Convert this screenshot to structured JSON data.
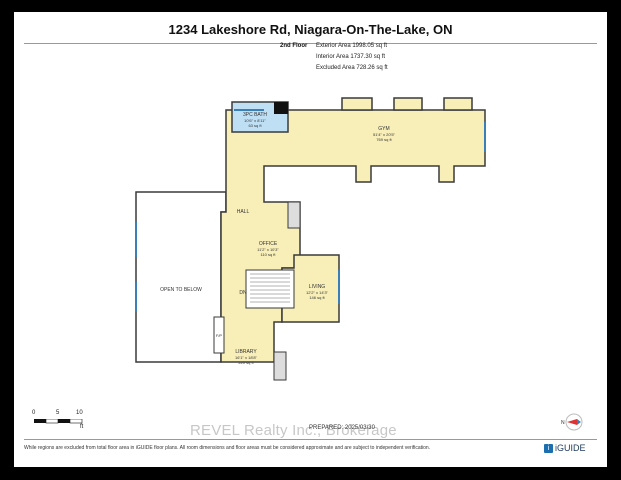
{
  "title": "1234 Lakeshore Rd, Niagara-On-The-Lake, ON",
  "floor": {
    "name": "2nd Floor",
    "areas": [
      "Exterior Area 1998.05 sq ft",
      "Interior Area 1737.30 sq ft",
      "Excluded Area 728.26 sq ft"
    ]
  },
  "rooms": {
    "bath": {
      "name": "3PC BATH",
      "dims": "10'6\" x 8'11\"",
      "area": "63 sq ft"
    },
    "gym": {
      "name": "GYM",
      "dims": "51'4\" x 20'5\"",
      "area": "769 sq ft"
    },
    "hall": {
      "name": "HALL"
    },
    "office": {
      "name": "OFFICE",
      "dims": "11'2\" x 10'3\"",
      "area": "110 sq ft"
    },
    "open": {
      "name": "OPEN TO BELOW"
    },
    "living": {
      "name": "LIVING",
      "dims": "12'2\" x 14'3\"",
      "area": "146 sq ft"
    },
    "dn": {
      "name": "DN"
    },
    "fp": {
      "name": "F/P"
    },
    "library": {
      "name": "LIBRARY",
      "dims": "16'1\" x 18'8\"",
      "area": "220 sq ft"
    }
  },
  "scale": {
    "labels": [
      "0",
      "5",
      "10"
    ],
    "unit": "ft"
  },
  "prepared": "PREPARED: 2025/03/30",
  "watermark": "REVEL Realty Inc., Brokerage",
  "compass_label": "N",
  "disclaimer": "While regions are excluded from total floor area in iGUIDE floor plans. All room dimensions and floor areas must be considered approximate and are subject to independent verification.",
  "brand": "iGUIDE",
  "colors": {
    "bath": "#bfe0f4",
    "interior": "#f7eeb8",
    "wall": "#3a3a3a",
    "window": "#3a7fb8"
  }
}
